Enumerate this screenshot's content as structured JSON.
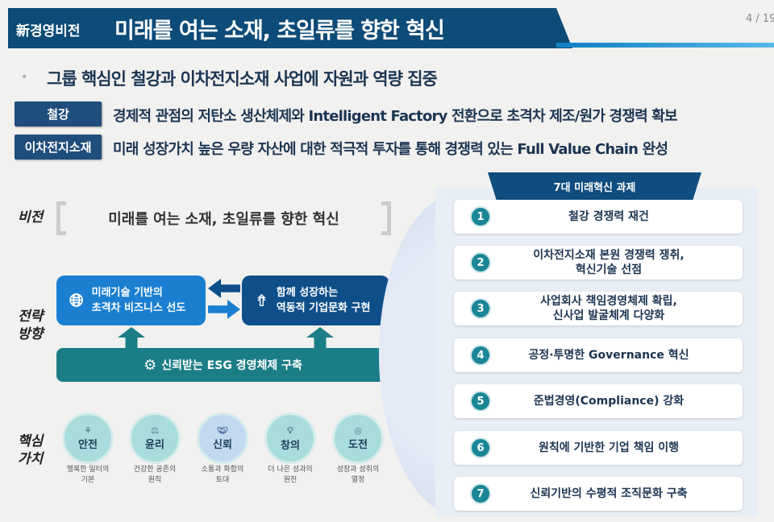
{
  "header": {
    "small": "新경영비전",
    "title": "미래를 여는 소재, 초일류를 향한 혁신",
    "page": "4 / 19"
  },
  "headline": "그룹 핵심인 철강과 이차전지소재 사업에 자원과 역량 집중",
  "tags": [
    {
      "label": "철강",
      "text": "경제적 관점의 저탄소 생산체제와 Intelligent Factory 전환으로 초격차 제조/원가 경쟁력 확보"
    },
    {
      "label": "이차전지소재",
      "text": "미래 성장가치 높은 우량 자산에 대한 적극적 투자를 통해 경쟁력 있는 Full Value Chain 완성"
    }
  ],
  "vision": {
    "label": "비전",
    "text": "미래를 여는 소재, 초일류를 향한 혁신"
  },
  "strategy": {
    "label1": "전략",
    "label2": "방향",
    "left1": "미래기술 기반의",
    "left2": "초격차 비즈니스 선도",
    "right1": "함께 성장하는",
    "right2": "역동적 기업문화 구현",
    "esg": "신뢰받는 ESG 경영체제 구축"
  },
  "core": {
    "label1": "핵심",
    "label2": "가치",
    "values": [
      {
        "name": "안전",
        "d1": "행복한 일터의",
        "d2": "기본"
      },
      {
        "name": "윤리",
        "d1": "건강한 공존의",
        "d2": "원칙"
      },
      {
        "name": "신뢰",
        "d1": "소통과 화합의",
        "d2": "토대"
      },
      {
        "name": "창의",
        "d1": "더 나은 성과의",
        "d2": "원천"
      },
      {
        "name": "도전",
        "d1": "성장과 성취의",
        "d2": "열정"
      }
    ]
  },
  "tasks": {
    "title": "7대 미래혁신 과제",
    "items": [
      {
        "n": "1",
        "text": "철강 경쟁력 재건"
      },
      {
        "n": "2",
        "text": "이차전지소재 본원 경쟁력 쟁취,\n혁신기술 선점"
      },
      {
        "n": "3",
        "text": "사업회사 책임경영체제 확립,\n신사업 발굴체계 다양화"
      },
      {
        "n": "4",
        "text": "공정·투명한 Governance 혁신"
      },
      {
        "n": "5",
        "text": "준법경영(Compliance) 강화"
      },
      {
        "n": "6",
        "text": "원칙에 기반한 기업 책임 이행"
      },
      {
        "n": "7",
        "text": "신뢰기반의 수평적 조직문화 구축"
      }
    ]
  }
}
